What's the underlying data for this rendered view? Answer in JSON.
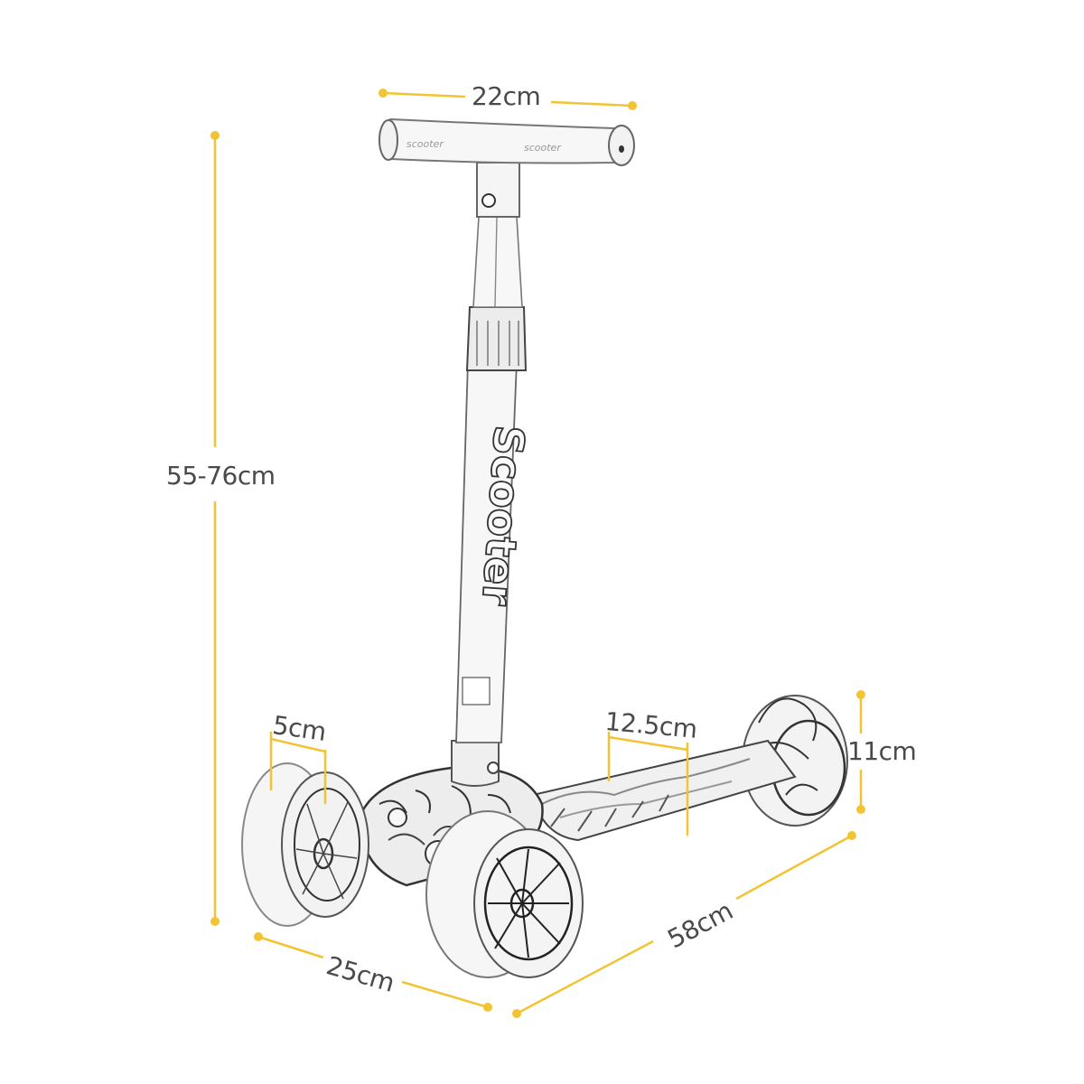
{
  "figure": {
    "subject": "Kids 3-wheel kick scooter line drawing with dimensions",
    "stem_text": "Scooter",
    "colors": {
      "background": "#ffffff",
      "dimension_line": "#f2c434",
      "label_text": "#4a4a4a",
      "sketch_stroke": "#3a3a3a",
      "sketch_fill": "#f4f4f4"
    }
  },
  "dimensions": {
    "handlebar_width": {
      "label": "22cm"
    },
    "height": {
      "label": "55-76cm"
    },
    "wheel_width": {
      "label": "5cm"
    },
    "deck_width": {
      "label": "12.5cm"
    },
    "rear_wheel_height": {
      "label": "11cm"
    },
    "front_track_width": {
      "label": "25cm"
    },
    "total_length": {
      "label": "58cm"
    }
  }
}
